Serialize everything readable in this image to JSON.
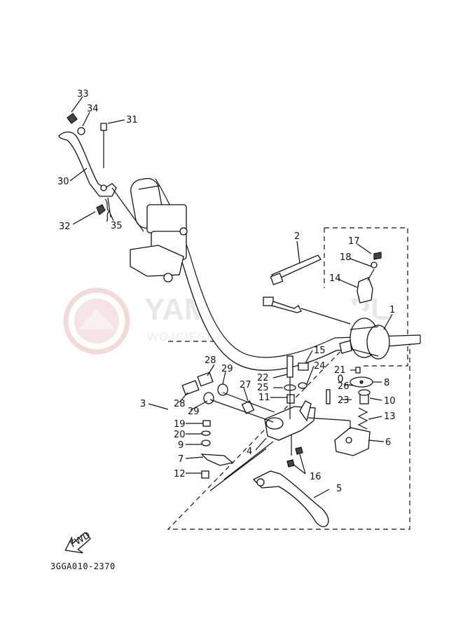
{
  "watermark": {
    "brand": "YAMA-SKLEP.PL",
    "owner": "WOJCIECHOWICZ-SUCHECKI SP. J."
  },
  "reference_code": "3GGA010-2370",
  "fwd_label": "FWD",
  "labels": {
    "n1": "1",
    "n2": "2",
    "n3": "3",
    "n4": "4",
    "n5": "5",
    "n6": "6",
    "n7": "7",
    "n8": "8",
    "n9": "9",
    "n10": "10",
    "n11": "11",
    "n12": "12",
    "n13": "13",
    "n14": "14",
    "n15": "15",
    "n16": "16",
    "n17": "17",
    "n18": "18",
    "n19": "19",
    "n20": "20",
    "n21": "21",
    "n22": "22",
    "n23": "23",
    "n24": "24",
    "n25": "25",
    "n26": "26",
    "n27": "27",
    "n28a": "28",
    "n28b": "28",
    "n29a": "29",
    "n29b": "29",
    "n30": "30",
    "n31": "31",
    "n32": "32",
    "n33": "33",
    "n34": "34",
    "n35": "35"
  },
  "colors": {
    "ink": "#111111",
    "watermark": "#e8e8e8"
  }
}
